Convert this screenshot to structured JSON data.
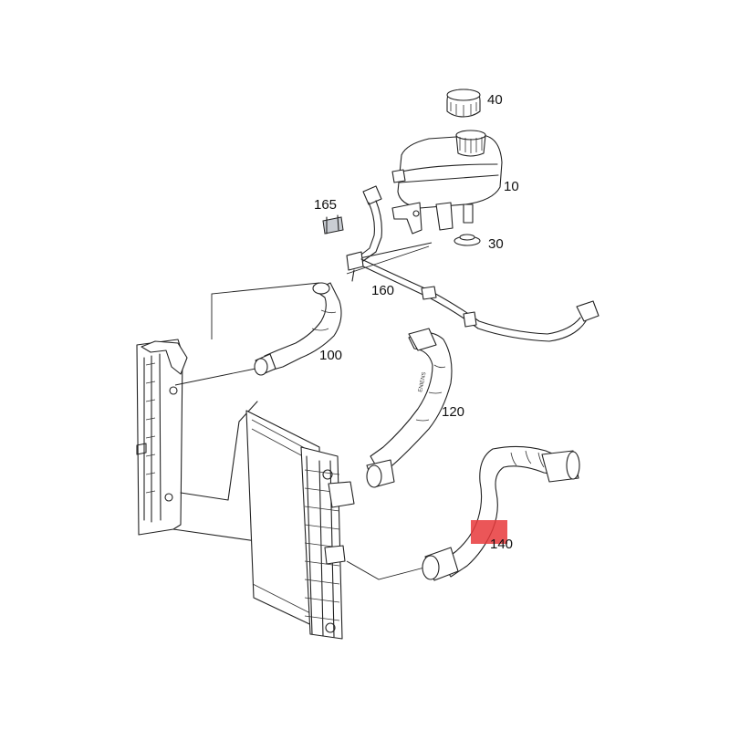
{
  "diagram": {
    "parts": [
      {
        "id": "40",
        "label": "40",
        "name": "expansion-tank-cap"
      },
      {
        "id": "10",
        "label": "10",
        "name": "expansion-tank"
      },
      {
        "id": "30",
        "label": "30",
        "name": "rubber-grommet"
      },
      {
        "id": "165",
        "label": "165",
        "name": "clip"
      },
      {
        "id": "160",
        "label": "160",
        "name": "vent-line"
      },
      {
        "id": "100",
        "label": "100",
        "name": "upper-hose"
      },
      {
        "id": "120",
        "label": "120",
        "name": "intermediate-hose"
      },
      {
        "id": "140",
        "label": "140",
        "name": "lower-hose"
      }
    ],
    "highlight": {
      "part": "140",
      "color": "#e8383b"
    },
    "hose_marking": "ENIENS"
  }
}
